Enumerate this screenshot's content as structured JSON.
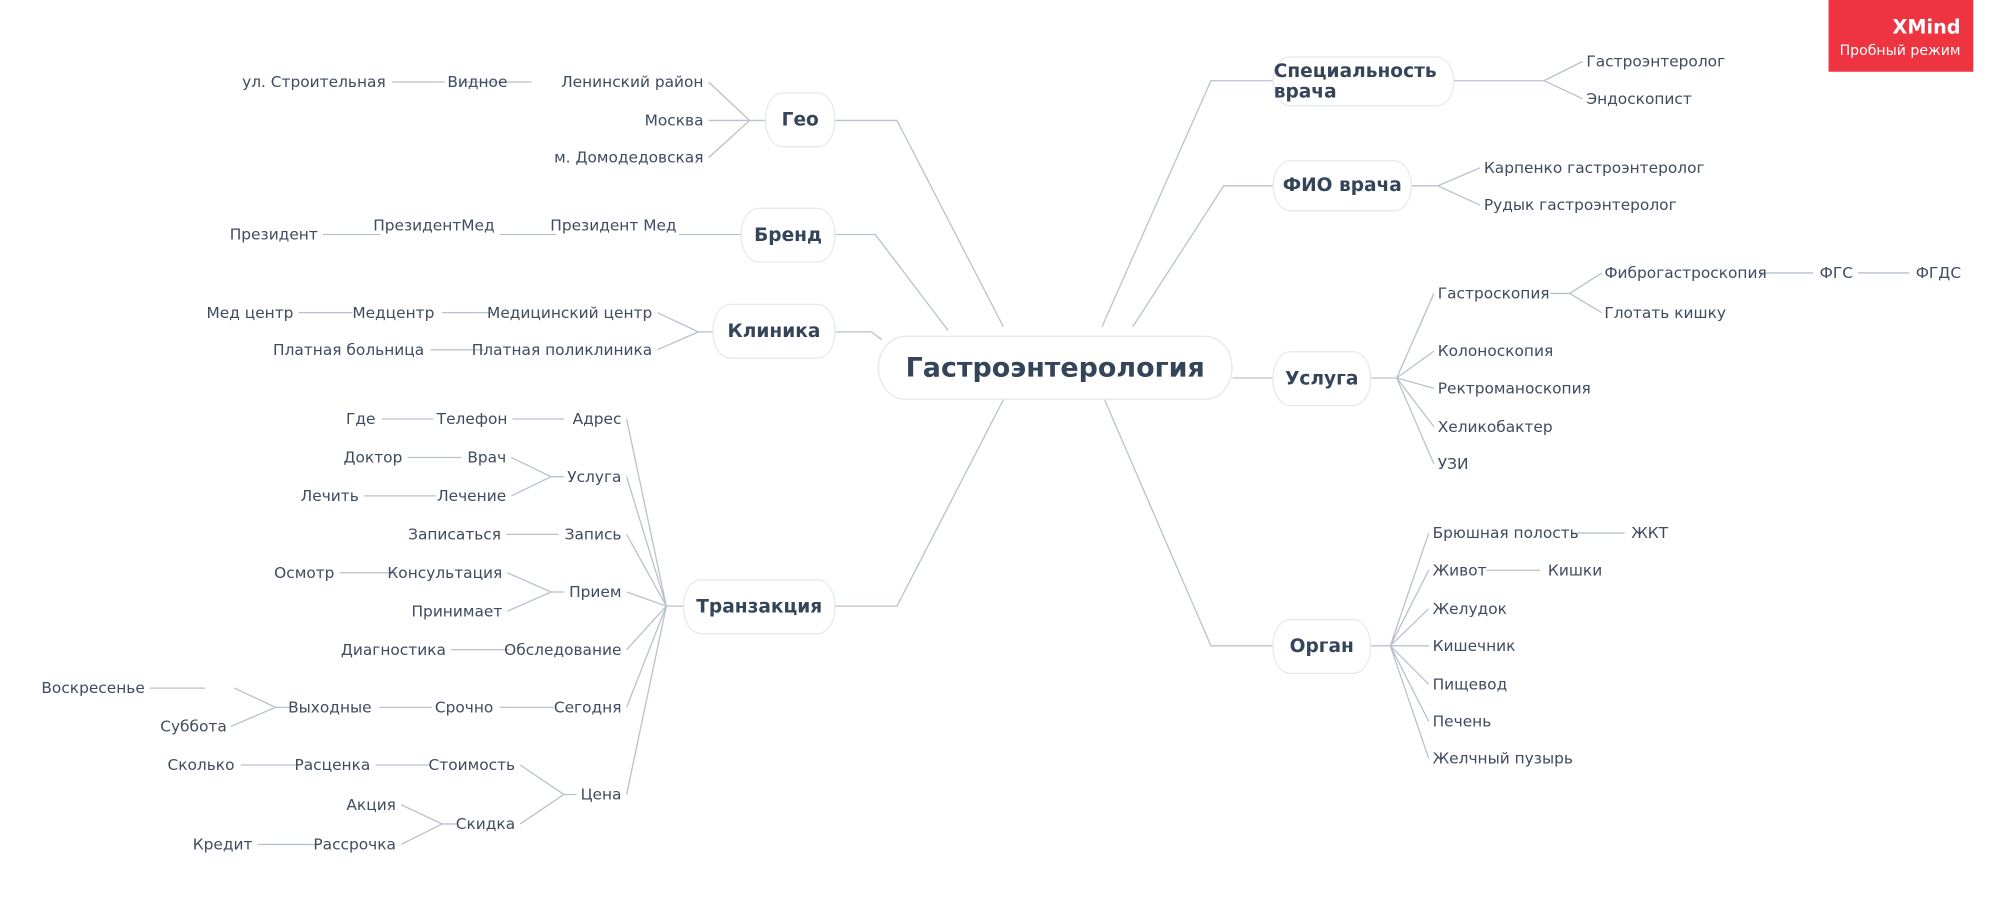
{
  "badge": {
    "brand": "XMind",
    "mode": "Пробный режим"
  },
  "center": "Гастроэнтерология",
  "geo": {
    "label": "Гео",
    "c": [
      "Ленинский район",
      "Москва",
      "м. Домодедовская",
      "Видное",
      "ул. Строительная"
    ]
  },
  "brand": {
    "label": "Бренд",
    "c": [
      "Президент Мед",
      "ПрезидентМед",
      "Президент"
    ]
  },
  "clinic": {
    "label": "Клиника",
    "c": [
      "Медицинский центр",
      "Медцентр",
      "Мед центр",
      "Платная поликлиника",
      "Платная больница"
    ]
  },
  "trans": {
    "label": "Транзакция",
    "c": [
      "Адрес",
      "Телефон",
      "Где",
      "Услуга",
      "Врач",
      "Доктор",
      "Лечение",
      "Лечить",
      "Запись",
      "Записаться",
      "Прием",
      "Консультация",
      "Осмотр",
      "Принимает",
      "Обследование",
      "Диагностика",
      "Сегодня",
      "Срочно",
      "Выходные",
      "Воскресенье",
      "Суббота",
      "Цена",
      "Стоимость",
      "Расценка",
      "Сколько",
      "Скидка",
      "Акция",
      "Рассрочка",
      "Кредит"
    ]
  },
  "spec": {
    "label": "Специальность врача",
    "c": [
      "Гастроэнтеролог",
      "Эндоскопист"
    ]
  },
  "fio": {
    "label": "ФИО врача",
    "c": [
      "Карпенко гастроэнтеролог",
      "Рудык гастроэнтеролог"
    ]
  },
  "service": {
    "label": "Услуга",
    "c": [
      "Гастроскопия",
      "Фиброгастроскопия",
      "ФГС",
      "ФГДС",
      "Глотать кишку",
      "Колоноскопия",
      "Ректроманоскопия",
      "Хеликобактер",
      "УЗИ"
    ]
  },
  "organ": {
    "label": "Орган",
    "c": [
      "Брюшная полость",
      "ЖКТ",
      "Живот",
      "Кишки",
      "Желудок",
      "Кишечник",
      "Пищевод",
      "Печень",
      "Желчный пузырь"
    ]
  }
}
